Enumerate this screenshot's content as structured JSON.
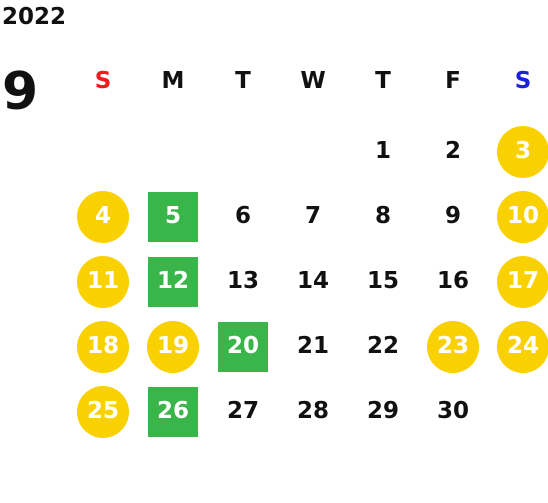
{
  "calendar": {
    "year": "2022",
    "month": "9",
    "weekdays": [
      {
        "label": "S",
        "color": "#ee1c1c"
      },
      {
        "label": "M",
        "color": "#111111"
      },
      {
        "label": "T",
        "color": "#111111"
      },
      {
        "label": "W",
        "color": "#111111"
      },
      {
        "label": "T",
        "color": "#111111"
      },
      {
        "label": "F",
        "color": "#111111"
      },
      {
        "label": "S",
        "color": "#1a22d6"
      }
    ],
    "colors": {
      "holiday_circle": "#fad100",
      "highlight_square": "#3ab54a",
      "highlight_text": "#ffffff",
      "default_text": "#111111"
    },
    "weeks": [
      [
        {
          "day": "",
          "style": "none"
        },
        {
          "day": "",
          "style": "none"
        },
        {
          "day": "",
          "style": "none"
        },
        {
          "day": "",
          "style": "none"
        },
        {
          "day": "1",
          "style": "plain"
        },
        {
          "day": "2",
          "style": "plain"
        },
        {
          "day": "3",
          "style": "circle"
        }
      ],
      [
        {
          "day": "4",
          "style": "circle"
        },
        {
          "day": "5",
          "style": "square"
        },
        {
          "day": "6",
          "style": "plain"
        },
        {
          "day": "7",
          "style": "plain"
        },
        {
          "day": "8",
          "style": "plain"
        },
        {
          "day": "9",
          "style": "plain"
        },
        {
          "day": "10",
          "style": "circle"
        }
      ],
      [
        {
          "day": "11",
          "style": "circle"
        },
        {
          "day": "12",
          "style": "square"
        },
        {
          "day": "13",
          "style": "plain"
        },
        {
          "day": "14",
          "style": "plain"
        },
        {
          "day": "15",
          "style": "plain"
        },
        {
          "day": "16",
          "style": "plain"
        },
        {
          "day": "17",
          "style": "circle"
        }
      ],
      [
        {
          "day": "18",
          "style": "circle"
        },
        {
          "day": "19",
          "style": "circle"
        },
        {
          "day": "20",
          "style": "square"
        },
        {
          "day": "21",
          "style": "plain"
        },
        {
          "day": "22",
          "style": "plain"
        },
        {
          "day": "23",
          "style": "circle"
        },
        {
          "day": "24",
          "style": "circle"
        }
      ],
      [
        {
          "day": "25",
          "style": "circle"
        },
        {
          "day": "26",
          "style": "square"
        },
        {
          "day": "27",
          "style": "plain"
        },
        {
          "day": "28",
          "style": "plain"
        },
        {
          "day": "29",
          "style": "plain"
        },
        {
          "day": "30",
          "style": "plain"
        },
        {
          "day": "",
          "style": "none"
        }
      ]
    ]
  }
}
